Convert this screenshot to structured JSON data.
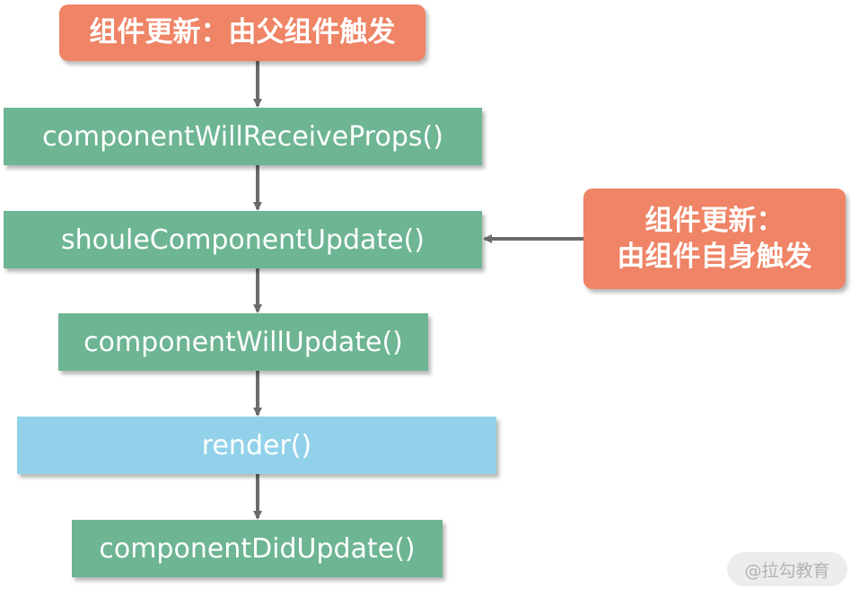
{
  "diagram": {
    "trigger_parent": "组件更新：由父组件触发",
    "trigger_self_line1": "组件更新：",
    "trigger_self_line2": "由组件自身触发",
    "nodes": [
      "componentWillReceiveProps()",
      "shouleComponentUpdate()",
      "componentWillUpdate()",
      "render()",
      "componentDidUpdate()"
    ]
  },
  "watermark": "@拉勾教育",
  "colors": {
    "trigger": "#ef8466",
    "lifecycle": "#6db593",
    "render": "#92d1ea",
    "arrow": "#6b6b6b"
  }
}
